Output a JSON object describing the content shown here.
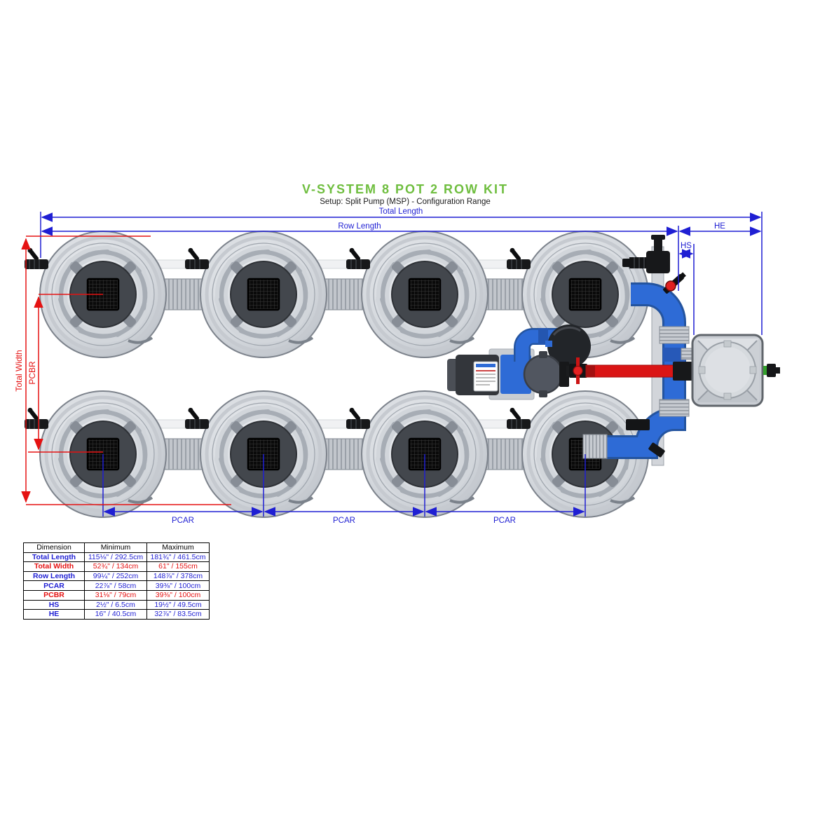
{
  "title": "V-SYSTEM 8 POT 2 ROW KIT",
  "subtitle": "Setup: Split Pump (MSP) - Configuration Range",
  "labels": {
    "total_length": "Total Length",
    "row_length": "Row Length",
    "he": "HE",
    "hs": "HS",
    "total_width": "Total Width",
    "pcbr": "PCBR",
    "pcar": "PCAR"
  },
  "colors": {
    "title_green": "#6fbe3f",
    "dimension_blue": "#1f1fd3",
    "dimension_red": "#e51212",
    "pipe_blue": "#2e6bd6",
    "pipe_red": "#da1515"
  },
  "table": {
    "headers": [
      "Dimension",
      "Minimum",
      "Maximum"
    ],
    "rows": [
      {
        "dimension": "Total Length",
        "minimum": "115⅛\" / 292.5cm",
        "maximum": "181¾\" / 461.5cm",
        "color": "#1f1fd3"
      },
      {
        "dimension": "Total Width",
        "minimum": "52¾\" / 134cm",
        "maximum": "61\" / 155cm",
        "color": "#e51212"
      },
      {
        "dimension": "Row Length",
        "minimum": "99¼\" / 252cm",
        "maximum": "148⅞\" / 378cm",
        "color": "#1f1fd3"
      },
      {
        "dimension": "PCAR",
        "minimum": "22⅞\" / 58cm",
        "maximum": "39⅜\" / 100cm",
        "color": "#1f1fd3"
      },
      {
        "dimension": "PCBR",
        "minimum": "31⅛\" / 79cm",
        "maximum": "39⅜\" / 100cm",
        "color": "#e51212"
      },
      {
        "dimension": "HS",
        "minimum": "2½\" / 6.5cm",
        "maximum": "19½\" / 49.5cm",
        "color": "#1f1fd3"
      },
      {
        "dimension": "HE",
        "minimum": "16\" / 40.5cm",
        "maximum": "32⅞\" / 83.5cm",
        "color": "#1f1fd3"
      }
    ]
  }
}
